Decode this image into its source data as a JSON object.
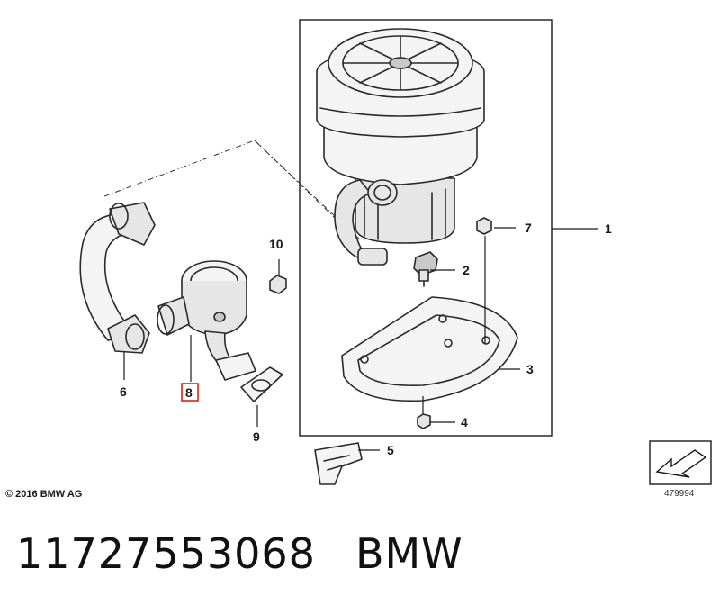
{
  "diagram": {
    "callouts": {
      "c1": "1",
      "c2": "2",
      "c3": "3",
      "c4": "4",
      "c5": "5",
      "c6": "6",
      "c7": "7",
      "c8": "8",
      "c9": "9",
      "c10": "10"
    },
    "highlight_color": "#e0201c",
    "copyright": "© 2016 BMW AG",
    "figure_number": "479994"
  },
  "footer": {
    "part_number": "11727553068",
    "brand": "BMW"
  }
}
